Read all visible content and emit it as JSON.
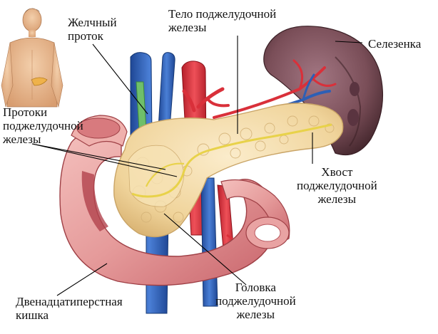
{
  "labels": {
    "bile_duct": [
      "Желчный",
      "проток"
    ],
    "pancreas_body": [
      "Тело поджелудочной",
      "железы"
    ],
    "spleen": [
      "Селезенка"
    ],
    "pancreatic_ducts": [
      "Протоки",
      "поджелудочной",
      "железы"
    ],
    "pancreas_tail": [
      "Хвост",
      "поджелудочной",
      "железы"
    ],
    "pancreas_head": [
      "Головка",
      "поджелудочной",
      "железы"
    ],
    "duodenum": [
      "Двенадцатиперстная",
      "кишка"
    ]
  },
  "colors": {
    "spleen": "#7a4e58",
    "spleen_dark": "#4a2a33",
    "pancreas": "#f2d9a0",
    "pancreas_edge": "#c9a466",
    "duct": "#e8d24a",
    "duodenum": "#e8a0a0",
    "duodenum_dark": "#c9676b",
    "vein": "#2d5fb5",
    "artery": "#d9303a",
    "bile": "#6fbf6a",
    "skin": "#e9b98f",
    "leader": "#000000"
  }
}
